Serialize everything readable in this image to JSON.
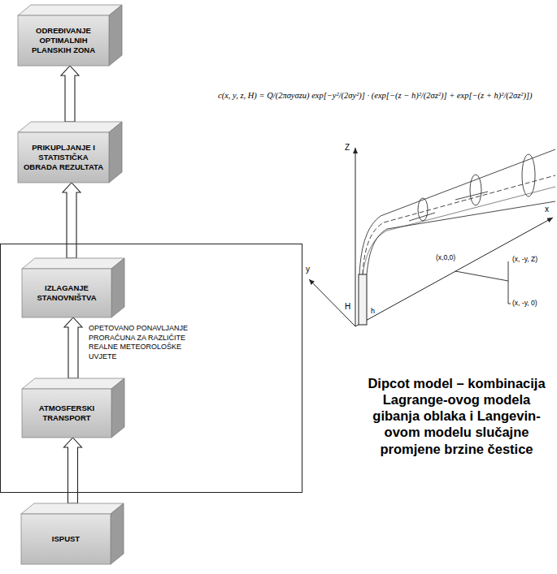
{
  "diagram": {
    "caption": "Dipcot model – kombinacija Lagrange-ovog modela gibanja oblaka i Langevin-ovom modelu slučajne promjene brzine čestice",
    "nodes": [
      {
        "text": [
          "ODREĐIVANJE OPTIMALNIH PLANSKIH ZONA"
        ]
      },
      {
        "text": [
          "PRIKUPLJANJE I STATISTIČKA OBRADA REZULTATA"
        ]
      },
      {
        "text": [
          "OPETOVANO PONAVLJANJE PRORAČUNA ZA RAZLIČITE REALNE METEOROLOŠKE UVJETE"
        ]
      },
      {
        "text": [
          "IZLAGANJE STANOVNIŠTVA"
        ],
        "in": 2
      },
      {
        "text": [
          "ATMOSFERSKI TRANSPORT"
        ],
        "in": 2
      },
      {
        "text": [
          "ISPUST"
        ]
      }
    ],
    "edges": [
      {
        "from": 5,
        "to": 4,
        "arrow": "to"
      },
      {
        "from": 4,
        "to": 3,
        "arrow": "to"
      },
      {
        "from": 3,
        "to": 1,
        "arrow": "to"
      },
      {
        "from": 1,
        "to": 0,
        "arrow": "to"
      }
    ],
    "labels": [
      "c(x, y, z, H) = Q/(2πσyσzu) exp[−y²/(2σy²)] · (exp[−(z − h)²/(2σz²)] + exp[−(z + h)²/(2σz²)])",
      "Z",
      "x",
      "y",
      "(x,0,0)",
      "(x, -y, Z)",
      "(x, -y, 0)",
      "H",
      "h"
    ]
  }
}
